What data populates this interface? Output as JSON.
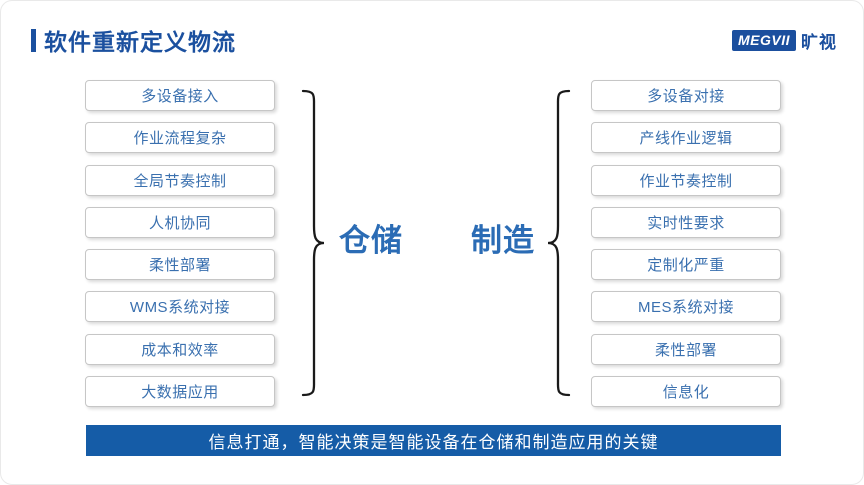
{
  "header": {
    "title": "软件重新定义物流",
    "logo": {
      "mark": "MEGVII",
      "name": "旷视"
    }
  },
  "left_group": {
    "label": "仓储",
    "items": [
      "多设备接入",
      "作业流程复杂",
      "全局节奏控制",
      "人机协同",
      "柔性部署",
      "WMS系统对接",
      "成本和效率",
      "大数据应用"
    ]
  },
  "right_group": {
    "label": "制造",
    "items": [
      "多设备对接",
      "产线作业逻辑",
      "作业节奏控制",
      "实时性要求",
      "定制化严重",
      "MES系统对接",
      "柔性部署",
      "信息化"
    ]
  },
  "banner": {
    "text": "信息打通，智能决策是智能设备在仓储和制造应用的关键"
  },
  "colors": {
    "title_blue": "#1b509f",
    "box_text_blue": "#3a70af",
    "group_label_blue": "#2b6cb5",
    "banner_blue": "#155ca7",
    "brace_black": "#1a1a1a",
    "box_border_gray": "#c6c6c6"
  }
}
